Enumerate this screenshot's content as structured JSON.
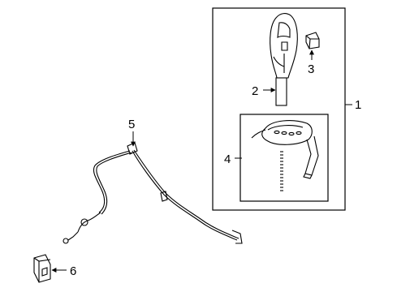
{
  "diagram": {
    "callouts": {
      "c1": "1",
      "c2": "2",
      "c3": "3",
      "c4": "4",
      "c5": "5",
      "c6": "6"
    },
    "line_color": "#000000",
    "background": "#ffffff"
  }
}
